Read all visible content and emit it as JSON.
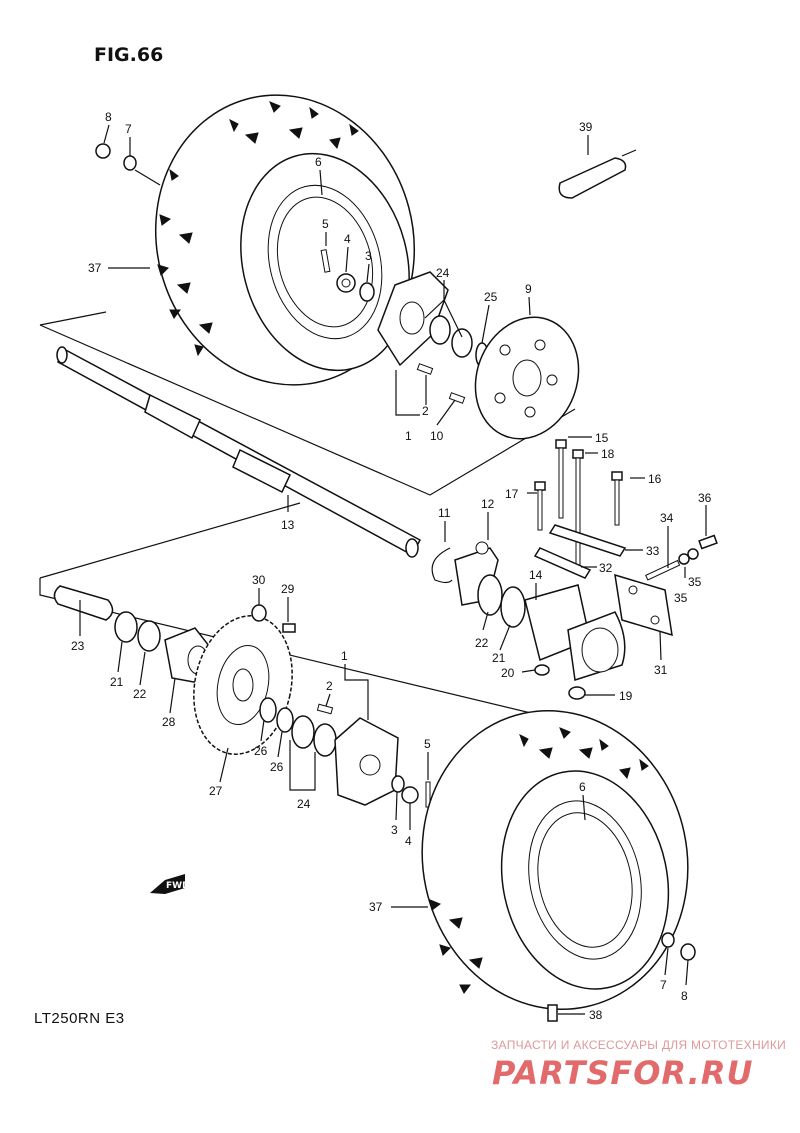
{
  "figure": {
    "title": "FIG.66",
    "model_code": "LT250RN E3",
    "fwd_label": "FWD"
  },
  "watermark": {
    "caption": "ЗАПЧАСТИ И АКСЕССУАРЫ ДЛЯ МОТОТЕХНИКИ",
    "logo": "PARTSFOR.RU"
  },
  "callouts": [
    "8",
    "7",
    "6",
    "5",
    "4",
    "3",
    "37",
    "24",
    "25",
    "9",
    "39",
    "2",
    "1",
    "10",
    "13",
    "11",
    "12",
    "15",
    "18",
    "16",
    "17",
    "36",
    "34",
    "33",
    "32",
    "35",
    "35",
    "14",
    "22",
    "21",
    "31",
    "20",
    "19",
    "30",
    "29",
    "23",
    "21",
    "22",
    "28",
    "1",
    "2",
    "26",
    "26",
    "27",
    "24",
    "5",
    "3",
    "4",
    "6",
    "37",
    "7",
    "8",
    "38"
  ]
}
